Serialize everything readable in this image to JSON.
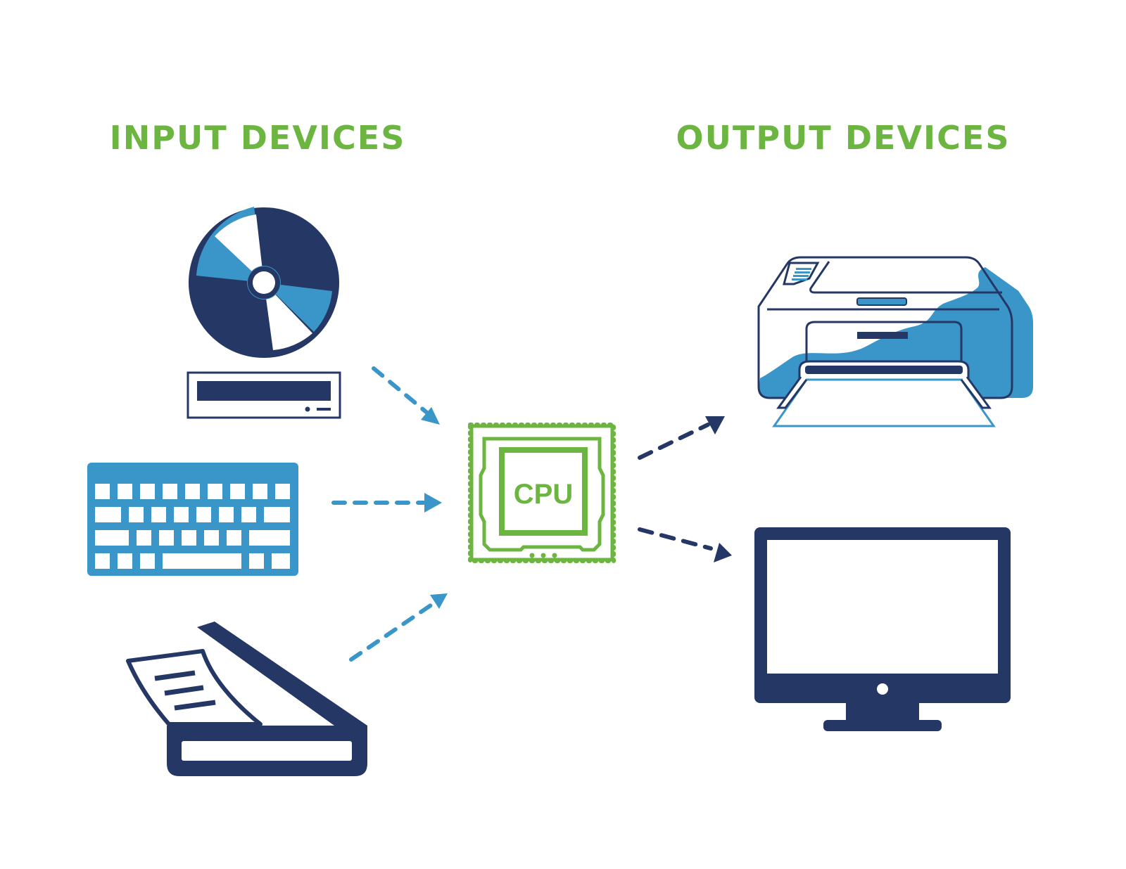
{
  "headings": {
    "input": "INPUT DEVICES",
    "output": "OUTPUT DEVICES"
  },
  "processor": {
    "label": "CPU"
  },
  "icons": {
    "input": [
      "optical-disc-drive-icon",
      "keyboard-icon",
      "flatbed-scanner-icon"
    ],
    "processor": "cpu-chip-icon",
    "output": [
      "printer-icon",
      "monitor-icon"
    ]
  },
  "colors": {
    "heading_green": "#6cb541",
    "cpu_green": "#6cb541",
    "navy": "#253765",
    "light_blue": "#3a96c9",
    "white": "#ffffff"
  }
}
